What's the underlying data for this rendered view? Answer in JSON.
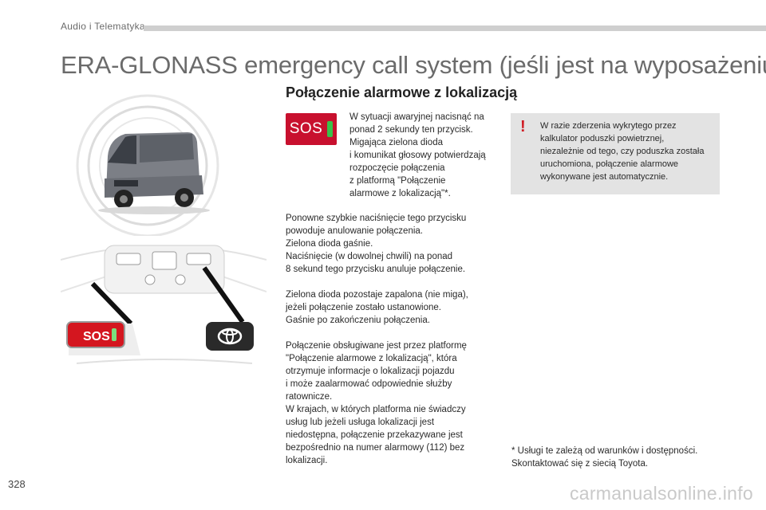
{
  "header": {
    "section_label": "Audio i Telematyka",
    "title": "ERA-GLONASS emergency call system (jeśli jest na wyposażeniu)"
  },
  "section_heading": "Połączenie alarmowe z lokalizacją",
  "sos_button": {
    "label": "SOS",
    "led_color": "#39c14a",
    "button_color": "#c8102e"
  },
  "paragraphs": {
    "p1": "W sytuacji awaryjnej nacisnąć na\nponad 2 sekundy ten przycisk.\nMigająca zielona dioda\ni komunikat głosowy potwierdzają\nrozpoczęcie połączenia\nz platformą \"Połączenie\nalarmowe z lokalizacją\"*.",
    "p2": "Ponowne szybkie naciśnięcie tego przycisku\npowoduje anulowanie połączenia.\nZielona dioda gaśnie.\nNaciśnięcie (w dowolnej chwili) na ponad\n8 sekund tego przycisku anuluje połączenie.",
    "p3": "Zielona dioda pozostaje zapalona (nie miga),\njeżeli połączenie zostało ustanowione.\nGaśnie po zakończeniu połączenia.",
    "p4": "Połączenie obsługiwane jest przez platformę\n\"Połączenie alarmowe z lokalizacją\", która\notrzymuje informacje o lokalizacji pojazdu\ni może zaalarmować odpowiednie służby\nratownicze.\nW krajach, w których platforma nie świadczy\nusług lub jeżeli usługa lokalizacji jest\nniedostępna, połączenie przekazywane jest\nbezpośrednio na numer alarmowy (112) bez\nlokalizacji."
  },
  "warning": {
    "icon": "!",
    "text": "W razie zderzenia wykrytego przez\nkalkulator poduszki powietrznej,\nniezależnie od tego, czy poduszka została\nuruchomiona, połączenie alarmowe\nwykonywane jest automatycznie."
  },
  "footnote": "* Usługi te zależą od warunków i dostępności.\n   Skontaktować się z siecią Toyota.",
  "page_number": "328",
  "watermark": "carmanualsonline.info",
  "illustration_ceiling": {
    "sos_label": "SOS"
  },
  "colors": {
    "accent_red": "#c8102e",
    "led_green": "#39c14a",
    "warning_bg": "#e3e3e3",
    "header_bar": "#cfcfcf"
  }
}
